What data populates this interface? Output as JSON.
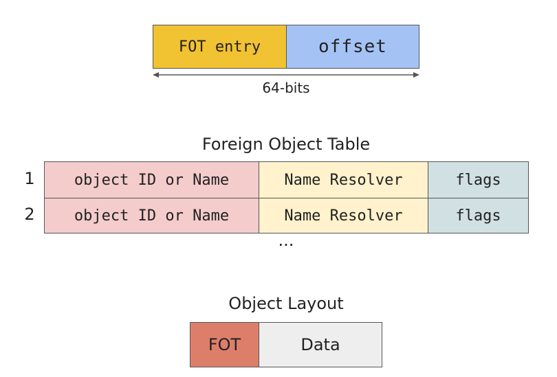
{
  "pointer": {
    "fields": [
      {
        "label": "FOT entry",
        "color": "#f1c232"
      },
      {
        "label": "offset",
        "color": "#a4c2f4"
      }
    ],
    "width_label": "64-bits"
  },
  "fot_table": {
    "title": "Foreign Object Table",
    "rows": [
      {
        "index": "1",
        "object": "object ID or Name",
        "resolver": "Name Resolver",
        "flags": "flags"
      },
      {
        "index": "2",
        "object": "object ID or Name",
        "resolver": "Name Resolver",
        "flags": "flags"
      }
    ],
    "ellipsis": "...",
    "colors": {
      "object": "#f4cccc",
      "resolver": "#fff2cc",
      "flags": "#d0e0e3"
    }
  },
  "object_layout": {
    "title": "Object Layout",
    "fields": [
      {
        "label": "FOT",
        "color": "#dd7e6b"
      },
      {
        "label": "Data",
        "color": "#eeeeee"
      }
    ]
  }
}
